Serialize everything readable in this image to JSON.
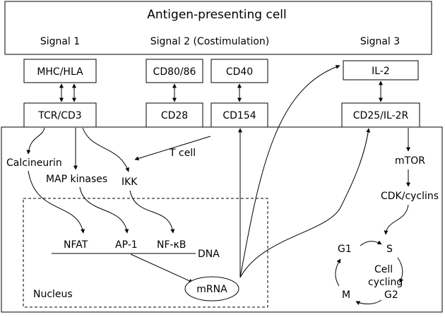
{
  "apc": {
    "title": "Antigen-presenting cell",
    "signal1": "Signal 1",
    "signal2": "Signal 2 (Costimulation)",
    "signal3": "Signal 3"
  },
  "apc_molecules": {
    "mhc": "MHC/HLA",
    "cd80": "CD80/86",
    "cd40": "CD40",
    "il2": "IL-2"
  },
  "tcell_receptors": {
    "tcr": "TCR/CD3",
    "cd28": "CD28",
    "cd154": "CD154",
    "cd25": "CD25/IL-2R"
  },
  "tcell": {
    "label": "T cell",
    "calcineurin": "Calcineurin",
    "map_kinases": "MAP kinases",
    "ikk": "IKK",
    "mtor": "mTOR",
    "cdk": "CDK/cyclins"
  },
  "nucleus": {
    "label": "Nucleus",
    "nfat": "NFAT",
    "ap1": "AP-1",
    "nfkb": "NF-κB",
    "dna": "DNA",
    "mrna": "mRNA"
  },
  "cell_cycle": {
    "g1": "G1",
    "s": "S",
    "g2": "G2",
    "m": "M",
    "center_line1": "Cell",
    "center_line2": "cycling"
  }
}
